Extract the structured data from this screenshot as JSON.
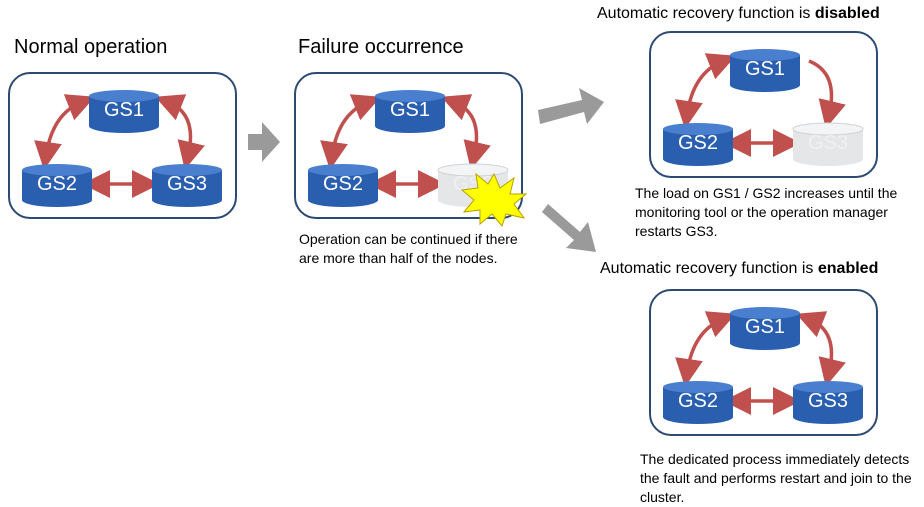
{
  "normal": {
    "title": "Normal operation",
    "nodes": {
      "gs1": "GS1",
      "gs2": "GS2",
      "gs3": "GS3"
    }
  },
  "failure": {
    "title": "Failure occurrence",
    "nodes": {
      "gs1": "GS1",
      "gs2": "GS2",
      "gs3": "GS3"
    },
    "note": "Operation can be continued if there are more than half of the nodes."
  },
  "disabled": {
    "title_prefix": "Automatic recovery function is ",
    "title_bold": "disabled",
    "nodes": {
      "gs1": "GS1",
      "gs2": "GS2",
      "gs3": "GS3"
    },
    "note": "The load on GS1 / GS2 increases until the monitoring tool or the operation manager restarts GS3."
  },
  "enabled": {
    "title_prefix": "Automatic recovery function is ",
    "title_bold": "enabled",
    "nodes": {
      "gs1": "GS1",
      "gs2": "GS2",
      "gs3": "GS3"
    },
    "note": "The dedicated process immediately detects the fault and performs restart and join to the cluster."
  },
  "colors": {
    "node_blue": "#2a5fb0",
    "node_failed": "#e4e6e8",
    "arrow_red": "#c0504d",
    "flow_gray": "#9a9a9a",
    "panel_border": "#2d4a73",
    "burst_yellow": "#ffff00"
  }
}
